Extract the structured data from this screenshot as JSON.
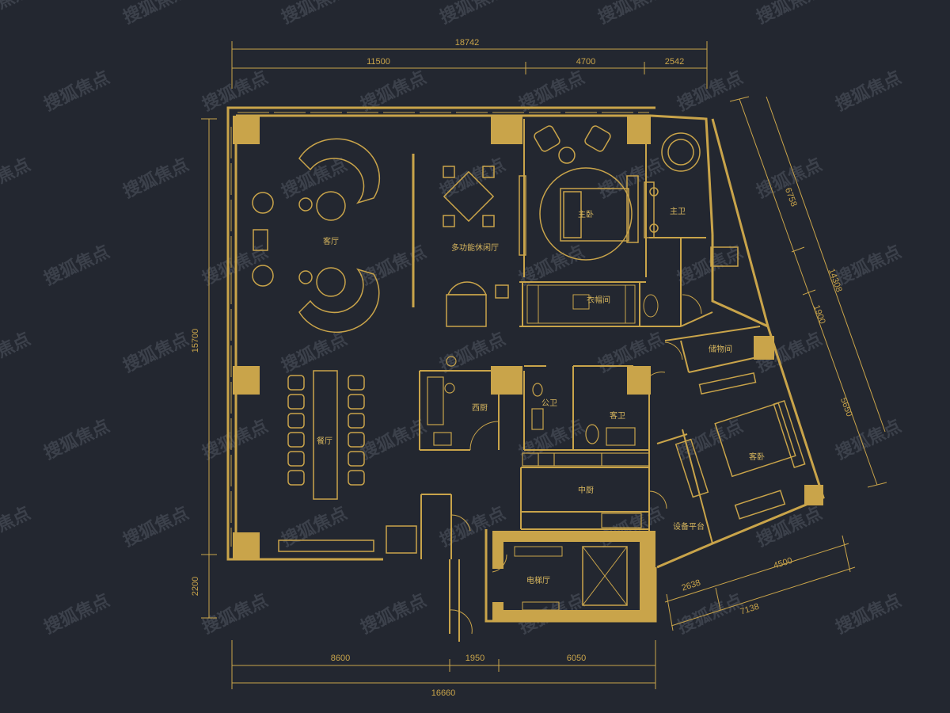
{
  "colors": {
    "background": "#232730",
    "line": "#c9a44a",
    "column": "#c9a44a",
    "watermark": "#3c414b"
  },
  "dimensions": {
    "top_total": "18742",
    "top_a": "11500",
    "top_b": "4700",
    "top_c": "2542",
    "left_a": "15700",
    "left_b": "2200",
    "right_a": "6758",
    "right_b": "1900",
    "right_c": "5650",
    "right_total": "14308",
    "bottom_total": "16660",
    "bottom_a": "8600",
    "bottom_b": "1950",
    "bottom_c": "6050",
    "wing_a": "2638",
    "wing_b": "4500",
    "wing_total": "7138"
  },
  "rooms": {
    "living": "客厅",
    "multi": "多功能休闲厅",
    "master_bed": "主卧",
    "master_bath": "主卫",
    "closet": "衣帽间",
    "storage": "储物间",
    "western_kitchen": "西厨",
    "public_bath": "公卫",
    "guest_bath": "客卫",
    "guest_bed": "客卧",
    "dining": "餐厅",
    "chinese_kitchen": "中厨",
    "equipment": "设备平台",
    "elevator_hall": "电梯厅"
  },
  "watermark": {
    "text": "搜狐焦点"
  }
}
